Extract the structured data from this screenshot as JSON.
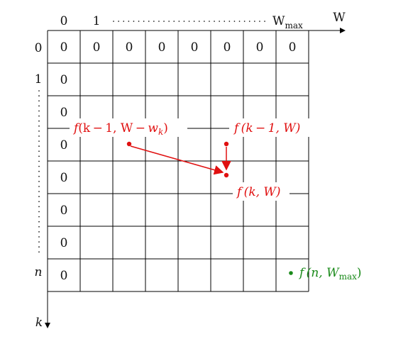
{
  "grid": {
    "rows": 8,
    "cols": 8,
    "top_row_values": [
      "0",
      "0",
      "0",
      "0",
      "0",
      "0",
      "0",
      "0"
    ],
    "first_col_values": [
      "0",
      "0",
      "0",
      "0",
      "0",
      "0",
      "0",
      "0"
    ]
  },
  "axes": {
    "top_labels": {
      "zero": "0",
      "one": "1",
      "wmax_main": "W",
      "wmax_sub": "max",
      "w_axis": "W"
    },
    "left_labels": {
      "zero": "0",
      "one": "1",
      "n": "n",
      "k_axis": "k"
    }
  },
  "annotations": {
    "prev_row_shifted": {
      "f": "f",
      "args_pre": "(k − 1, W − ",
      "w_var": "w",
      "w_sub": "k",
      "close": ")"
    },
    "prev_row_same": {
      "text": "f (k − 1, W)"
    },
    "current": {
      "text": "f (k, W)"
    },
    "final": {
      "bullet": "•",
      "pre": "f (n, W",
      "sub": "max",
      "close": ")"
    }
  },
  "colors": {
    "line": "#000000",
    "red": "#e01010",
    "green": "#1a8a1a"
  }
}
